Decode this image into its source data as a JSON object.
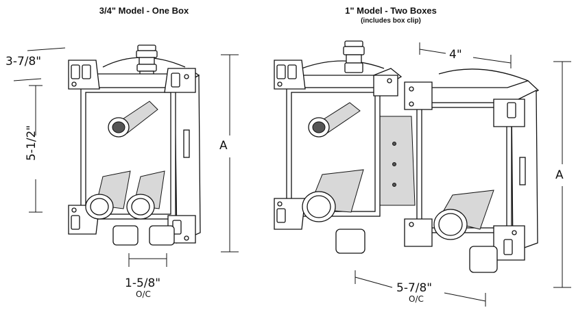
{
  "left_model": {
    "title": "3/4\" Model - One Box",
    "dim_depth": "3-7/8\"",
    "dim_height": "5-1/2\"",
    "dim_spacing": "1-5/8\"",
    "dim_spacing_note": "O/C",
    "dim_overall": "A"
  },
  "right_model": {
    "title": "1\" Model - Two Boxes",
    "subtitle": "(includes box clip)",
    "dim_width": "4\"",
    "dim_spacing": "5-7/8\"",
    "dim_spacing_note": "O/C",
    "dim_overall": "A"
  }
}
